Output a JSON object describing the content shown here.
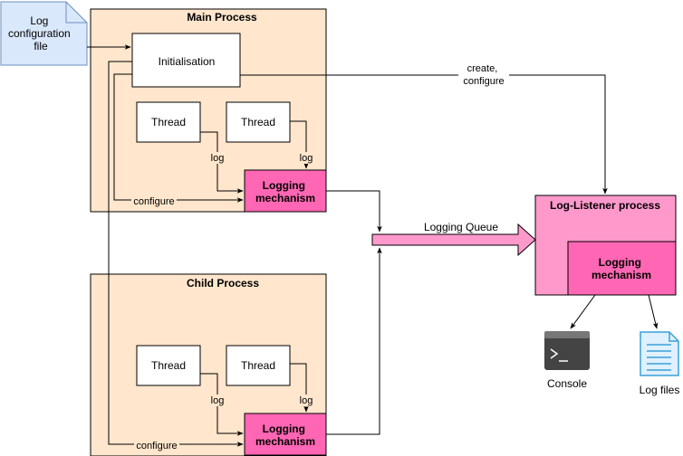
{
  "colors": {
    "process_fill": "#ffe6cc",
    "logging_fill": "#ff66b3",
    "listener_fill": "#ff99cc",
    "queue_fill": "#ff99cc",
    "file_fill": "#dae8fc",
    "file_stroke": "#6c8ebf",
    "stroke": "#000000"
  },
  "config_file": {
    "label": "Log configuration file"
  },
  "main_process": {
    "title": "Main Process",
    "init_label": "Initialisation",
    "thread1_label": "Thread",
    "thread2_label": "Thread",
    "log1_label": "log",
    "log2_label": "log",
    "configure_label": "configure",
    "logging_label": "Logging mechanism"
  },
  "child_process": {
    "title": "Child Process",
    "thread1_label": "Thread",
    "thread2_label": "Thread",
    "log1_label": "log",
    "log2_label": "log",
    "configure_label": "configure",
    "logging_label": "Logging mechanism"
  },
  "create_configure_label": "create, configure",
  "queue_label": "Logging Queue",
  "listener": {
    "title": "Log-Listener process",
    "logging_label": "Logging mechanism"
  },
  "console": {
    "label": "Console",
    "icon": "terminal-icon"
  },
  "log_files": {
    "label": "Log files",
    "icon": "document-icon"
  }
}
